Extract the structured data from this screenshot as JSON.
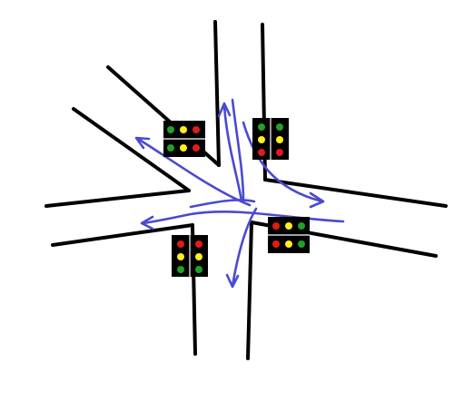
{
  "colors": {
    "background": "#ffffff",
    "road": "#000000",
    "arrow": "#4a4ad0",
    "housing": "#000000",
    "light_green": "#22a02a",
    "light_yellow": "#ffef1a",
    "light_red": "#e01b1b"
  },
  "intersection": {
    "roads": [
      "north",
      "north-west",
      "west",
      "east",
      "south"
    ],
    "traffic_lights": [
      {
        "id": "traffic-light-north-west",
        "rows": [
          [
            "green",
            "yellow",
            "red"
          ],
          [
            "green",
            "yellow",
            "red"
          ]
        ]
      },
      {
        "id": "traffic-light-north-east",
        "columns": [
          [
            "green",
            "yellow",
            "red"
          ],
          [
            "green",
            "yellow",
            "red"
          ]
        ]
      },
      {
        "id": "traffic-light-south-west",
        "columns": [
          [
            "red",
            "yellow",
            "green"
          ],
          [
            "red",
            "yellow",
            "green"
          ]
        ]
      },
      {
        "id": "traffic-light-south-east",
        "rows": [
          [
            "red",
            "yellow",
            "green"
          ],
          [
            "red",
            "yellow",
            "green"
          ]
        ]
      }
    ],
    "traffic_flows": [
      {
        "name": "flow-to-north",
        "direction": "north"
      },
      {
        "name": "flow-to-north-west",
        "direction": "north-west"
      },
      {
        "name": "flow-to-west",
        "direction": "west"
      },
      {
        "name": "flow-to-east",
        "direction": "east"
      },
      {
        "name": "flow-to-south",
        "direction": "south"
      }
    ]
  }
}
